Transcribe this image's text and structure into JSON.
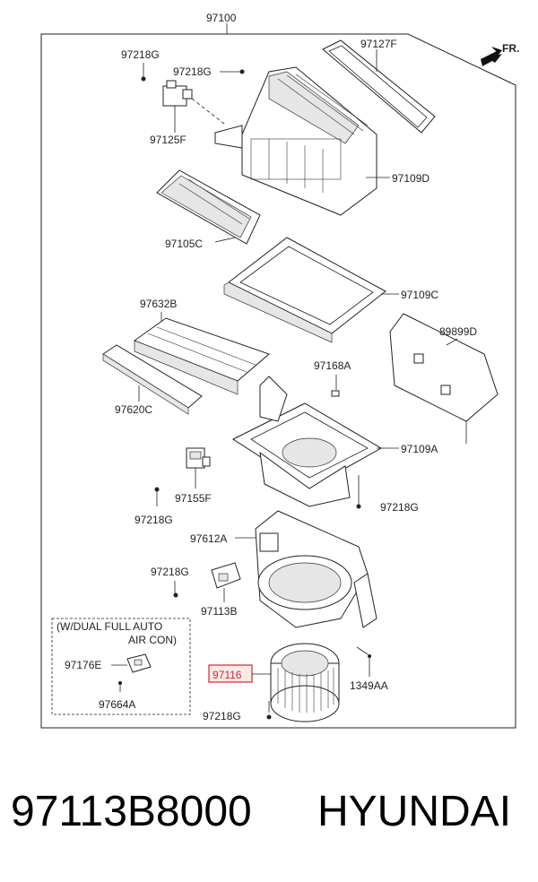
{
  "diagram": {
    "assembly_label": "97100",
    "front_label": "FR.",
    "labels": {
      "p97218g_a": "97218G",
      "p97218g_b": "97218G",
      "p97125f": "97125F",
      "p97127f": "97127F",
      "p97109d": "97109D",
      "p97105c": "97105C",
      "p97109c": "97109C",
      "p97632b": "97632B",
      "p89899d": "89899D",
      "p97620c": "97620C",
      "p97168a": "97168A",
      "p97109a": "97109A",
      "p97155f": "97155F",
      "p97218g_c": "97218G",
      "p97218g_d": "97218G",
      "p97612a": "97612A",
      "p97218g_e": "97218G",
      "p97113b": "97113B",
      "p97176e": "97176E",
      "p97664a": "97664A",
      "p97116": "97116",
      "p1349aa": "1349AA",
      "p97218g_f": "97218G"
    },
    "option_box": {
      "line1": "(W/DUAL FULL AUTO",
      "line2": "AIR CON)"
    },
    "highlight_color": "#d62828"
  },
  "footer": {
    "part_number": "97113B8000",
    "brand": "HYUNDAI"
  }
}
